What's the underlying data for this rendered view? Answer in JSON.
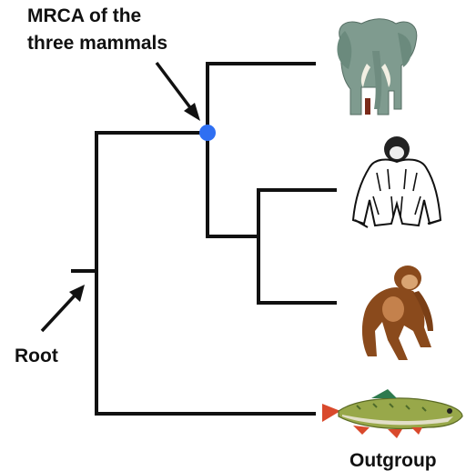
{
  "labels": {
    "mrca_line1": "MRCA of the",
    "mrca_line2": "three mammals",
    "root": "Root",
    "outgroup": "Outgroup"
  },
  "taxa": [
    {
      "name": "elephant",
      "icon": "elephant-icon"
    },
    {
      "name": "gorilla",
      "icon": "gorilla-icon"
    },
    {
      "name": "chimpanzee",
      "icon": "chimpanzee-icon"
    },
    {
      "name": "fish",
      "icon": "fish-icon"
    }
  ],
  "colors": {
    "tree": "#111111",
    "mrca_node": "#2f6ff2"
  }
}
